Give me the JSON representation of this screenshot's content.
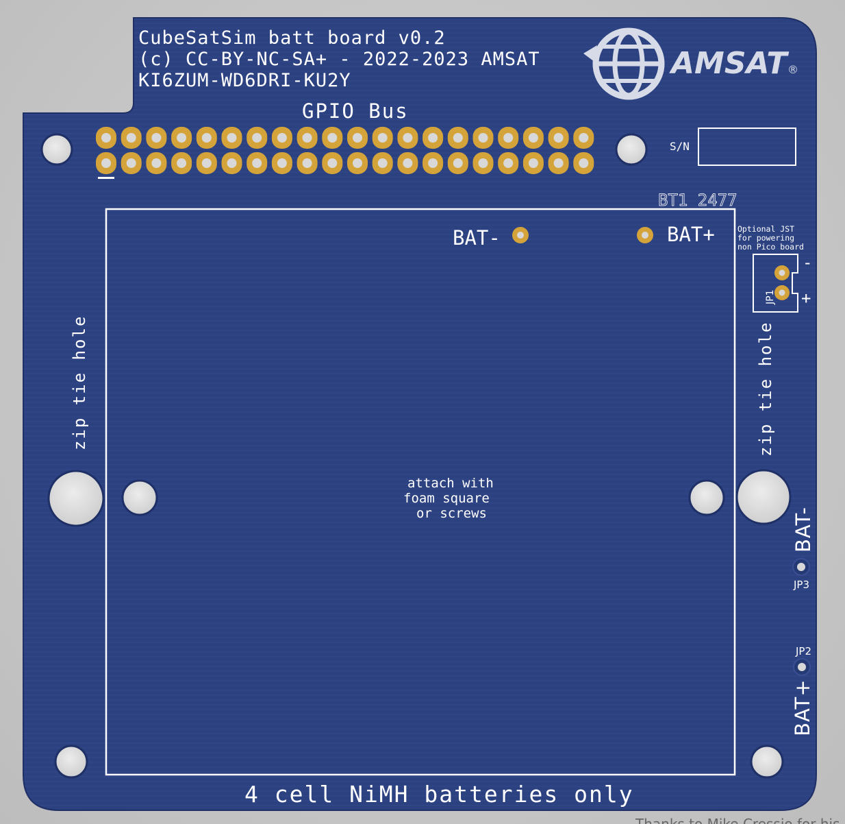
{
  "board": {
    "title_line1": "CubeSatSim batt board v0.2",
    "title_line2": "(c) CC-BY-NC-SA+ - 2022-2023 AMSAT",
    "title_line3": "KI6ZUM-WD6DRI-KU2Y",
    "gpio_label": "GPIO Bus",
    "sn_label": "S/N",
    "bt1_label": "BT1 2477",
    "bat_minus": "BAT-",
    "bat_plus": "BAT+",
    "jst_note_line1": "Optional JST",
    "jst_note_line2": "for powering",
    "jst_note_line3": "non Pico board",
    "jp1_label": "JP1",
    "jp1_minus": "-",
    "jp1_plus": "+",
    "zip_tie_left": "zip tie hole",
    "zip_tie_right": "zip tie hole",
    "attach_line1": "attach with",
    "attach_line2": "foam square",
    "attach_line3": "or screws",
    "jp3_label": "JP3",
    "jp2_label": "JP2",
    "side_bat_minus": "BAT-",
    "side_bat_plus": "BAT+",
    "footer": "4 cell NiMH batteries only"
  },
  "logo": {
    "text": "AMSAT",
    "registered": "®"
  },
  "credit_text": "Thanks to Mike Cressio for his",
  "colors": {
    "pcb": "#2c4180",
    "pcb_edge": "#1f3066",
    "silk": "#ffffff",
    "pad_gold": "#d4a43a",
    "hole": "#d8d8d8",
    "logo": "#d7dbe8"
  }
}
